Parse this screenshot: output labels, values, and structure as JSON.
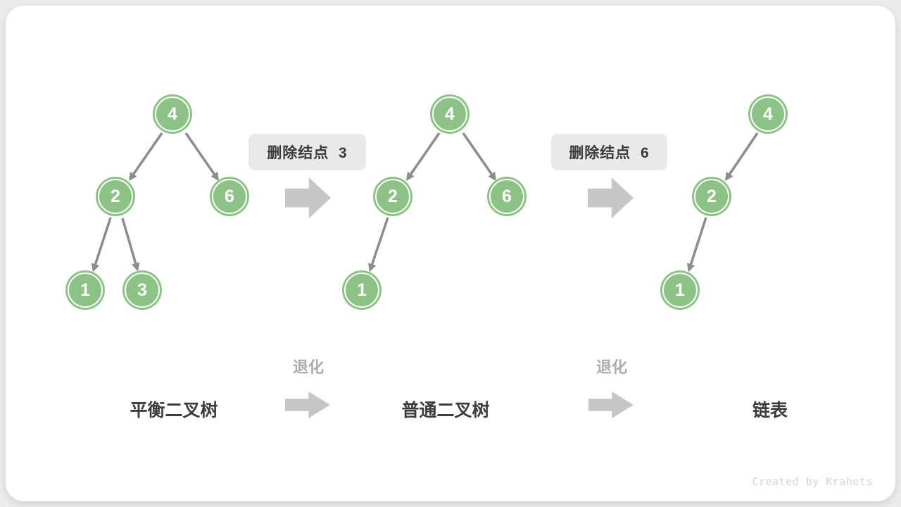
{
  "diagram": {
    "trees": [
      {
        "label": "平衡二叉树",
        "nodes": [
          {
            "value": "4"
          },
          {
            "value": "2"
          },
          {
            "value": "6"
          },
          {
            "value": "1"
          },
          {
            "value": "3"
          }
        ],
        "edges": [
          [
            "4",
            "2"
          ],
          [
            "4",
            "6"
          ],
          [
            "2",
            "1"
          ],
          [
            "2",
            "3"
          ]
        ]
      },
      {
        "label": "普通二叉树",
        "nodes": [
          {
            "value": "4"
          },
          {
            "value": "2"
          },
          {
            "value": "6"
          },
          {
            "value": "1"
          }
        ],
        "edges": [
          [
            "4",
            "2"
          ],
          [
            "4",
            "6"
          ],
          [
            "2",
            "1"
          ]
        ]
      },
      {
        "label": "链表",
        "nodes": [
          {
            "value": "4"
          },
          {
            "value": "2"
          },
          {
            "value": "1"
          }
        ],
        "edges": [
          [
            "4",
            "2"
          ],
          [
            "2",
            "1"
          ]
        ]
      }
    ],
    "transitions": [
      {
        "label": "删除结点  3"
      },
      {
        "label": "删除结点  6"
      }
    ],
    "degrade_label": "退化"
  },
  "watermark": "Created by Krahets",
  "colors": {
    "node_fill": "#8dc287",
    "node_ring": "#ffffff",
    "edge": "#8c8c8c",
    "block_arrow": "#c6c6c6",
    "label_box_bg": "#e9e9e9",
    "label_text": "#3a3a3a",
    "degrade_text": "#acacac",
    "card_bg": "#ffffff",
    "page_bg": "#ebebeb"
  }
}
